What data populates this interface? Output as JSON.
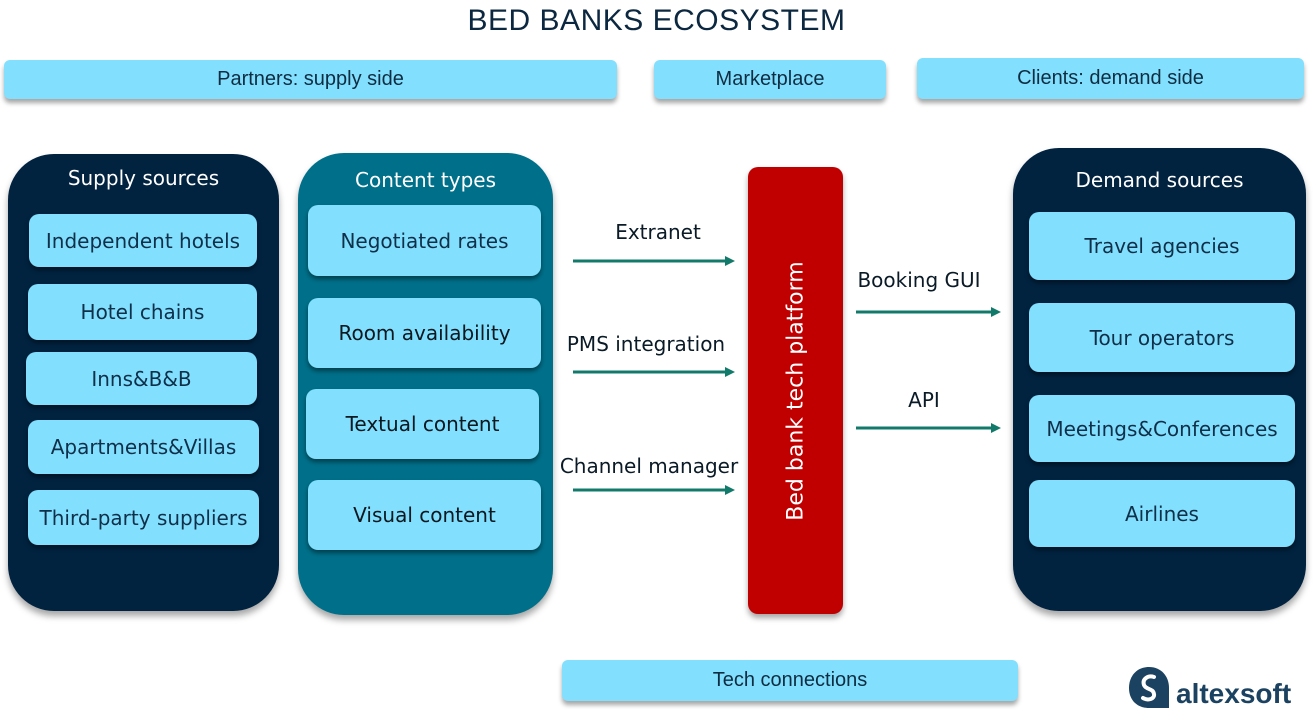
{
  "title": "BED BANKS ECOSYSTEM",
  "header_bands": {
    "supply": "Partners: supply side",
    "marketplace": "Marketplace",
    "demand": "Clients: demand side"
  },
  "supply_sources": {
    "title": "Supply sources",
    "items": [
      "Independent hotels",
      "Hotel chains",
      "Inns&B&B",
      "Apartments&Villas",
      "Third-party suppliers"
    ]
  },
  "content_types": {
    "title": "Content types",
    "items": [
      "Negotiated rates",
      "Room availability",
      "Textual content",
      "Visual content"
    ]
  },
  "inbound_connections": [
    "Extranet",
    "PMS integration",
    "Channel manager"
  ],
  "platform": {
    "label": "Bed bank tech platform"
  },
  "outbound_connections": [
    "Booking GUI",
    "API"
  ],
  "demand_sources": {
    "title": "Demand sources",
    "items": [
      "Travel agencies",
      "Tour operators",
      "Meetings&Conferences",
      "Airlines"
    ]
  },
  "footer_band": "Tech connections",
  "logo": {
    "text": "altexsoft",
    "icon": "altexsoft-logo-icon"
  },
  "colors": {
    "navy": "#012340",
    "teal": "#00708a",
    "light_blue": "#82dffd",
    "platform_red": "#c00000",
    "arrow_green": "#127a6a"
  }
}
